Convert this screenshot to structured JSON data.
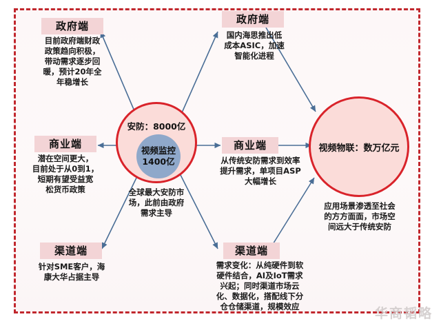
{
  "frame": {
    "border_color": "#c1272d",
    "background": "#fdf7f8"
  },
  "palette": {
    "chip_bg": "#f3d4d6",
    "circle_outer_fill": "#fbdcd9",
    "circle_outer_border": "#d9232a",
    "circle_inner_fill": "#8fa8ca",
    "arrow_color": "#4a6e96",
    "text_color": "#1a1a1a"
  },
  "circles": {
    "security": {
      "label": "安防：8000亿",
      "inner_label": "视频监控\n1400亿"
    },
    "iot": {
      "label": "视频物联：数万亿元"
    }
  },
  "left_column": [
    {
      "chip": "政府端",
      "body": "目前政府端财政\n政策趋向积极，\n带动需求逐步回\n暖，预计20年全\n年稳增长"
    },
    {
      "chip": "商业端",
      "body": "潜在空间更大，\n目前处于从0到1，\n短期有望受益宽\n松货币政策"
    },
    {
      "chip": "渠道端",
      "body": "针对SME客户，海\n康大华占据主导"
    }
  ],
  "middle_column": [
    {
      "chip": "政府端",
      "body": "国内海思推出低\n成本ASIC，加速\n智能化进程"
    },
    {
      "chip": "商业端",
      "body": "从传统安防需求到效率\n提升需求，单项目ASP\n大幅增长"
    },
    {
      "chip": "渠道端",
      "body": "需求变化：从纯硬件到软\n硬件结合，AI及IoT需求\n兴起；同时渠道市场云\n化、数据化，搭配线下分\n仓仓储渠道，规模效应"
    }
  ],
  "annotations": {
    "security_note": "全球最大安防市\n场，此前由政府\n需求主导",
    "iot_note": "应用场景渗透至社会\n的方方面面，市场空\n间远大于传统安防"
  },
  "watermark": "华商韬略"
}
